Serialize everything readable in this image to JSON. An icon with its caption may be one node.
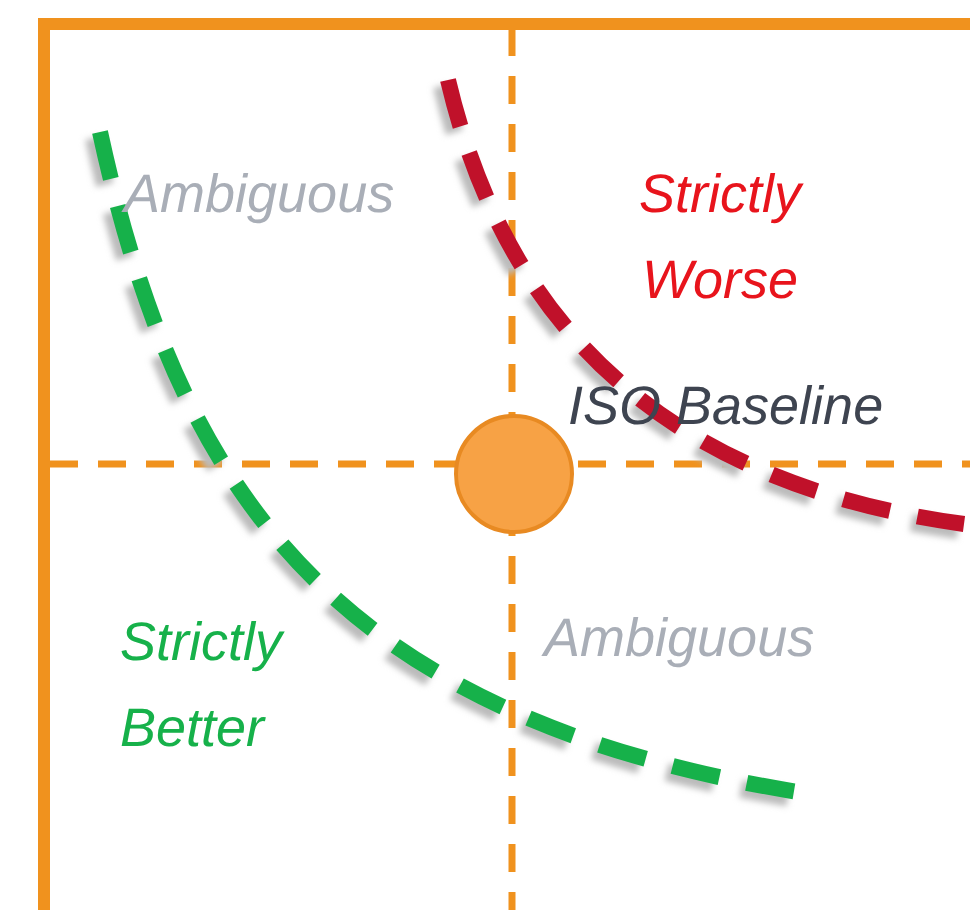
{
  "diagram": {
    "labels": [
      "Ambiguous",
      "Strictly Worse",
      "ISO Baseline",
      "Strictly Better",
      "Ambiguous"
    ]
  }
}
